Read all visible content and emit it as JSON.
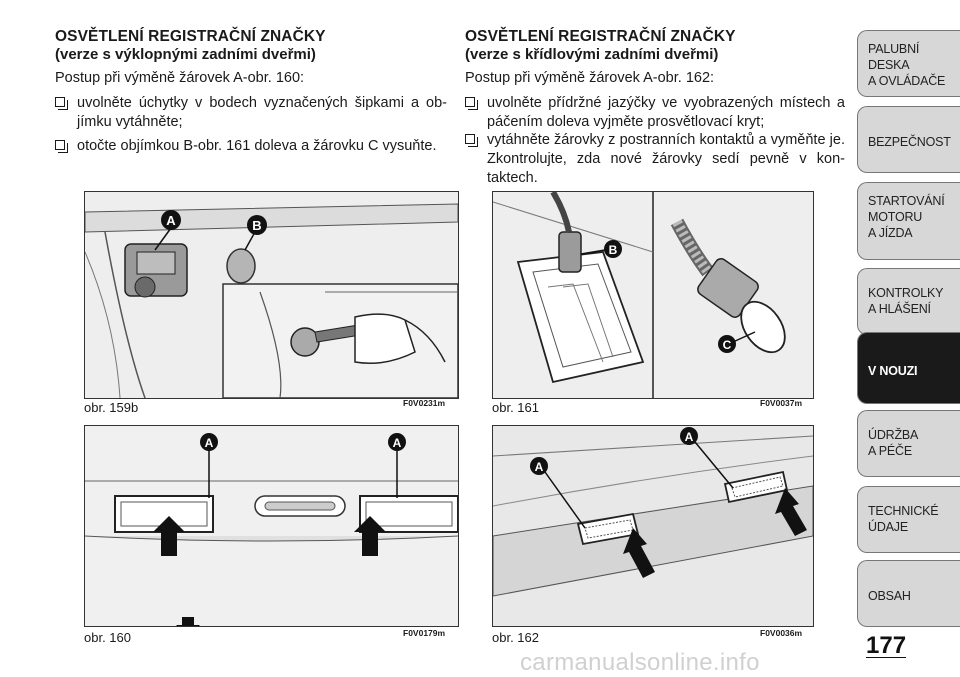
{
  "left": {
    "title": "OSVĚTLENÍ REGISTRAČNÍ ZNAČKY",
    "subtitle": "(verze s výklopnými zadními dveřmi)",
    "intro": "Postup při výměně žárovek A-obr. 160:",
    "bullets": [
      "uvolněte úchytky v bodech vyznačených šipkami a ob- jímku vytáhněte;",
      "otočte objímkou B-obr. 161 doleva a žárovku C vysuňte."
    ],
    "figures": [
      {
        "caption": "obr. 159b",
        "code": "F0V0231m",
        "labels": [
          "A",
          "B"
        ]
      },
      {
        "caption": "obr. 160",
        "code": "F0V0179m",
        "labels": [
          "A",
          "A"
        ]
      }
    ]
  },
  "right": {
    "title": "OSVĚTLENÍ REGISTRAČNÍ ZNAČKY",
    "subtitle": "(verze s křídlovými zadními dveřmi)",
    "intro": "Postup při výměně žárovek A-obr. 162:",
    "bullets": [
      "uvolněte přídržné jazýčky ve vyobrazených místech a páčením doleva vyjměte prosvětlovací kryt;",
      "vytáhněte žárovky z postranních kontaktů a vyměňte je. Zkontrolujte, zda nové žárovky sedí pevně v kon- taktech."
    ],
    "figures": [
      {
        "caption": "obr. 161",
        "code": "F0V0037m",
        "labels": [
          "B",
          "C"
        ]
      },
      {
        "caption": "obr. 162",
        "code": "F0V0036m",
        "labels": [
          "A",
          "A"
        ]
      }
    ]
  },
  "sidebar": {
    "tabs": [
      {
        "lines": [
          "PALUBNÍ DESKA",
          "A OVLÁDAČE"
        ]
      },
      {
        "lines": [
          "BEZPEČNOST"
        ]
      },
      {
        "lines": [
          "STARTOVÁNÍ",
          "MOTORU",
          "A JÍZDA"
        ]
      },
      {
        "lines": [
          "KONTROLKY",
          "A HLÁŠENÍ"
        ]
      },
      {
        "lines": [
          "V NOUZI"
        ]
      },
      {
        "lines": [
          "ÚDRŽBA",
          "A PÉČE"
        ]
      },
      {
        "lines": [
          "TECHNICKÉ",
          "ÚDAJE"
        ]
      },
      {
        "lines": [
          "OBSAH"
        ]
      }
    ],
    "active_index": 4
  },
  "page_number": "177",
  "watermark": "carmanualsonline.info"
}
